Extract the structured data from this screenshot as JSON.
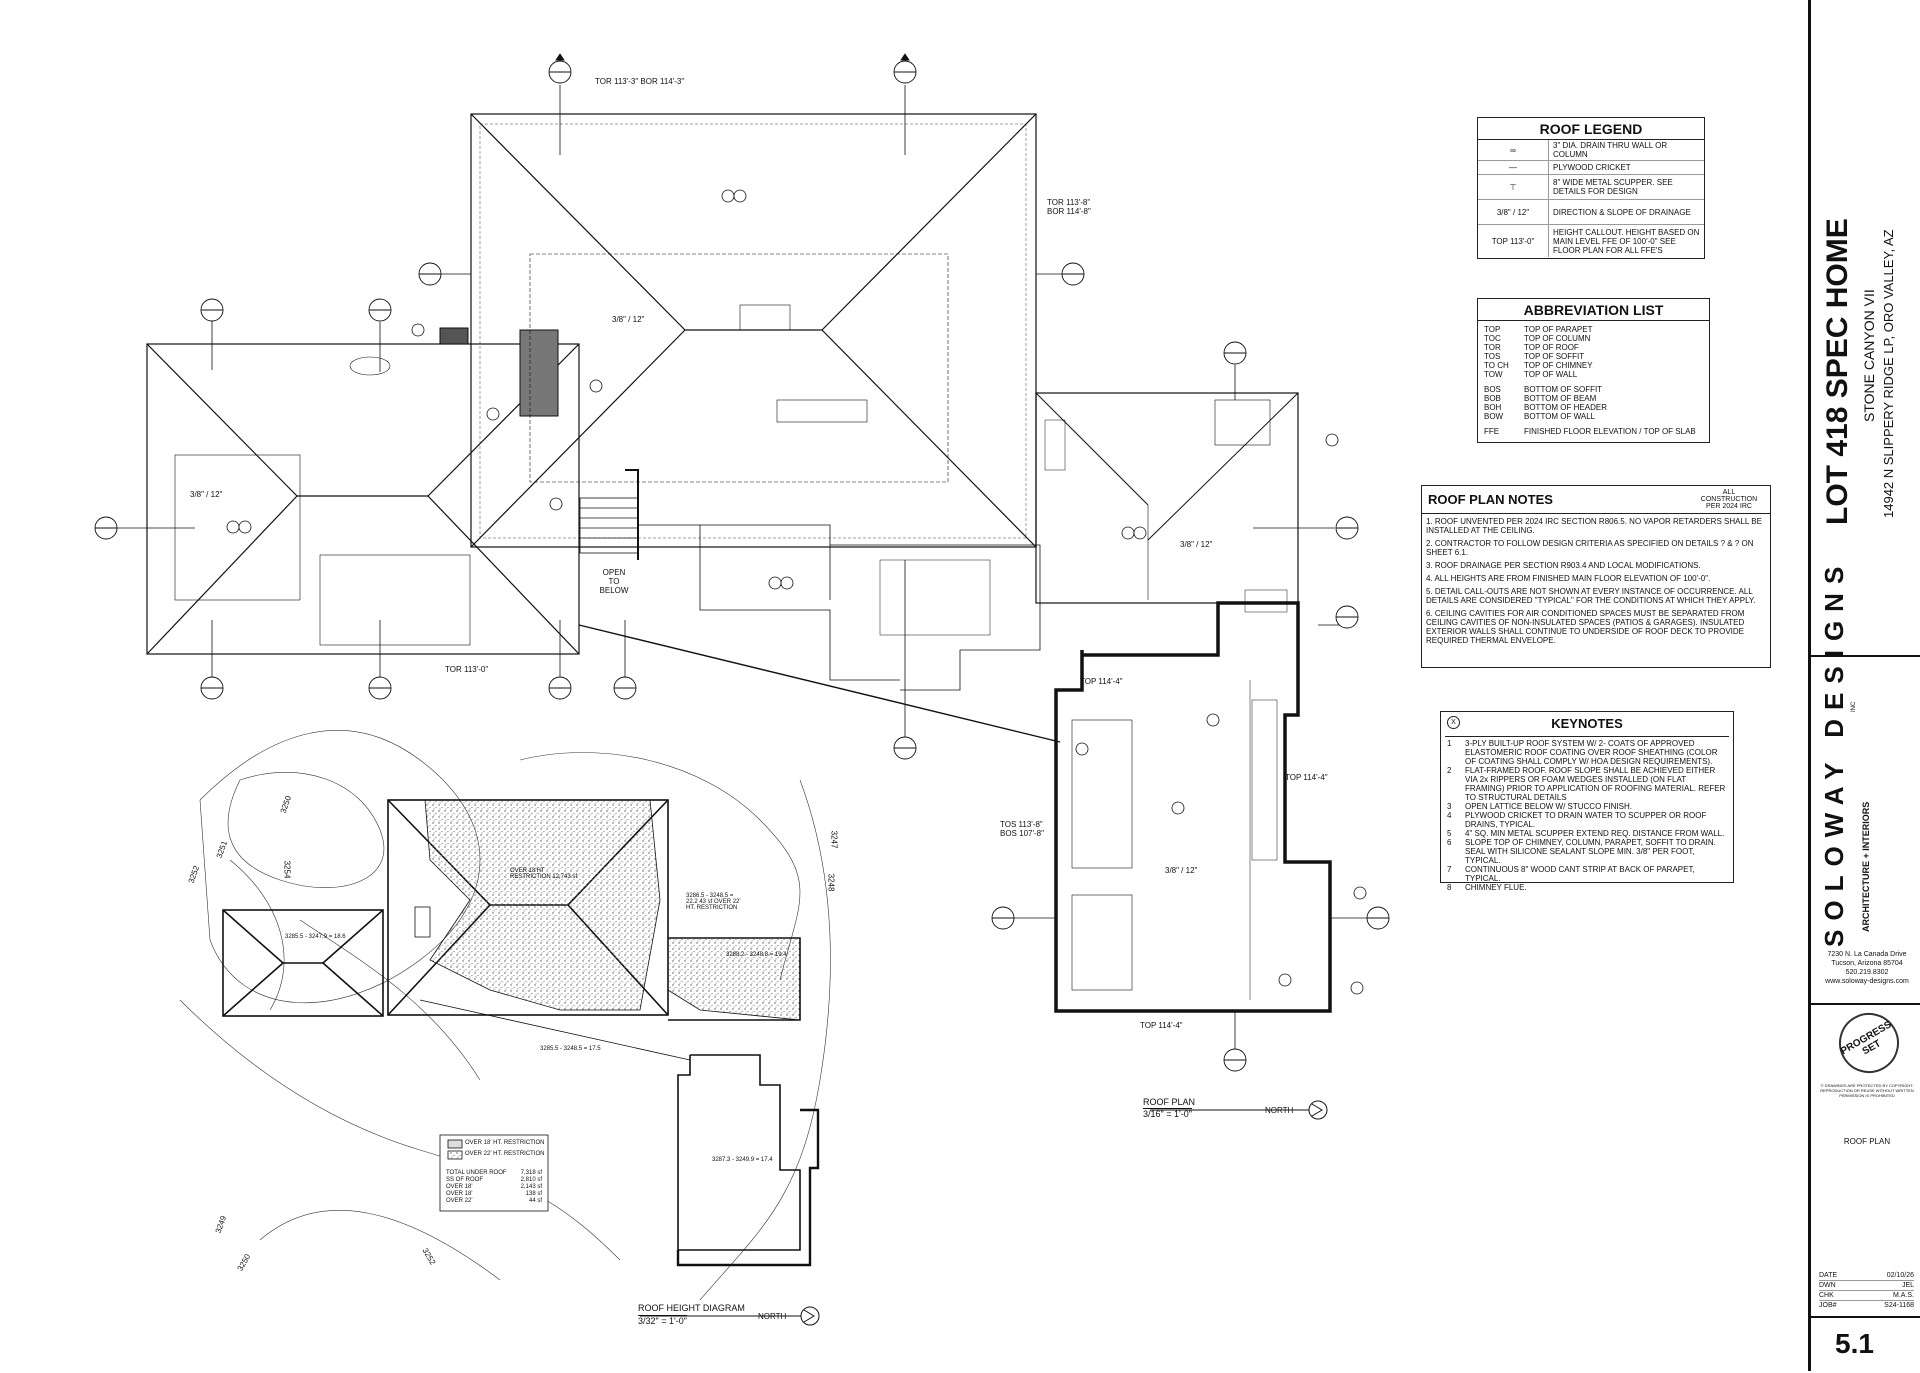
{
  "roof_legend": {
    "title": "ROOF LEGEND",
    "rows": [
      {
        "symbol": "∞",
        "text": "3\" DIA. DRAIN THRU WALL OR COLUMN"
      },
      {
        "symbol": "—",
        "text": "PLYWOOD CRICKET"
      },
      {
        "symbol": "⊤",
        "text": "8\" WIDE METAL SCUPPER.  SEE DETAILS FOR DESIGN"
      },
      {
        "symbol": "3/8\" / 12\"",
        "text": "DIRECTION & SLOPE OF DRAINAGE"
      },
      {
        "symbol": "TOP 113'-0\"",
        "text": "HEIGHT CALLOUT.  HEIGHT BASED ON MAIN LEVEL FFE OF 100'-0\" SEE FLOOR PLAN FOR ALL FFE'S"
      }
    ]
  },
  "abbreviations": {
    "title": "ABBREVIATION LIST",
    "rows": [
      {
        "k": "TOP",
        "v": "TOP OF PARAPET"
      },
      {
        "k": "TOC",
        "v": "TOP OF COLUMN"
      },
      {
        "k": "TOR",
        "v": "TOP OF ROOF"
      },
      {
        "k": "TOS",
        "v": "TOP OF SOFFIT"
      },
      {
        "k": "TO CH",
        "v": "TOP OF CHIMNEY"
      },
      {
        "k": "TOW",
        "v": "TOP OF WALL"
      },
      {
        "k": "BOS",
        "v": "BOTTOM OF SOFFIT"
      },
      {
        "k": "BOB",
        "v": "BOTTOM OF BEAM"
      },
      {
        "k": "BOH",
        "v": "BOTTOM OF HEADER"
      },
      {
        "k": "BOW",
        "v": "BOTTOM OF WALL"
      },
      {
        "k": "FFE",
        "v": "FINISHED FLOOR ELEVATION / TOP OF SLAB"
      }
    ]
  },
  "roof_notes": {
    "title": "ROOF PLAN NOTES",
    "subtitle": "ALL CONSTRUCTION PER 2024 IRC",
    "items": [
      "1. ROOF UNVENTED PER 2024 IRC SECTION R806.5. NO VAPOR RETARDERS SHALL BE INSTALLED AT THE CEILING.",
      "2. CONTRACTOR TO FOLLOW DESIGN CRITERIA AS SPECIFIED ON DETAILS ? & ? ON SHEET 6.1.",
      "3. ROOF DRAINAGE PER SECTION R903.4 AND LOCAL MODIFICATIONS.",
      "4. ALL HEIGHTS ARE FROM FINISHED MAIN FLOOR ELEVATION OF 100'-0\".",
      "5. DETAIL CALL-OUTS ARE NOT SHOWN AT EVERY INSTANCE OF OCCURRENCE.  ALL DETAILS ARE CONSIDERED \"TYPICAL\" FOR THE CONDITIONS AT WHICH THEY APPLY.",
      "6. CEILING CAVITIES FOR AIR CONDITIONED SPACES MUST BE SEPARATED FROM CEILING CAVITIES OF NON-INSULATED SPACES (PATIOS & GARAGES). INSULATED EXTERIOR WALLS SHALL CONTINUE TO UNDERSIDE OF ROOF DECK TO PROVIDE REQUIRED THERMAL ENVELOPE."
    ]
  },
  "keynotes": {
    "symbol": "X",
    "title": "KEYNOTES",
    "items": [
      {
        "n": "1",
        "t": "3-PLY BUILT-UP ROOF SYSTEM W/ 2- COATS OF APPROVED ELASTOMERIC ROOF COATING OVER ROOF SHEATHING (COLOR OF COATING SHALL COMPLY W/ HOA DESIGN REQUIREMENTS)."
      },
      {
        "n": "2",
        "t": "FLAT-FRAMED ROOF. ROOF SLOPE SHALL BE ACHIEVED EITHER VIA 2x RIPPERS OR FOAM WEDGES INSTALLED (ON FLAT FRAMING) PRIOR TO APPLICATION OF ROOFING MATERIAL. REFER TO STRUCTURAL DETAILS"
      },
      {
        "n": "3",
        "t": "OPEN LATTICE BELOW W/ STUCCO FINISH."
      },
      {
        "n": "4",
        "t": "PLYWOOD CRICKET TO DRAIN WATER TO SCUPPER OR ROOF DRAINS, TYPICAL."
      },
      {
        "n": "5",
        "t": "4\" SQ. MIN METAL SCUPPER EXTEND REQ. DISTANCE FROM WALL."
      },
      {
        "n": "6",
        "t": "SLOPE TOP OF CHIMNEY, COLUMN, PARAPET, SOFFIT TO DRAIN. SEAL WITH SILICONE SEALANT SLOPE MIN. 3/8\" PER FOOT, TYPICAL."
      },
      {
        "n": "7",
        "t": "CONTINUOUS 8\" WOOD CANT STRIP AT BACK OF PARAPET, TYPICAL."
      },
      {
        "n": "8",
        "t": "CHIMNEY FLUE."
      }
    ]
  },
  "plan_labels": {
    "roof_plan_title": "ROOF PLAN",
    "roof_plan_scale": "3/16\" = 1'-0\"",
    "roof_height_title": "ROOF HEIGHT DIAGRAM",
    "roof_height_scale": "3/32\" = 1'-0\"",
    "north": "NORTH",
    "open_to_below": "OPEN TO BELOW",
    "slope_a": "3/8\" / 12\"",
    "slope_b": "3/8\" / 12\"",
    "slope_c": "3/8\" / 12\"",
    "slope_d": "3/8\" / 12\"",
    "tor_top": "TOR 113'-3\" BOR 114'-3\"",
    "tor_left": "TOR 113'-0\"",
    "tor_right": "TOR 113'-8\" BOR 114'-8\"",
    "top_garage": "TOP 114'-4\"",
    "top_garage2": "TOP 114'-4\"",
    "top_garage3": "TOP 114'-4\"",
    "tos_garage": "TOS 113'-8\" BOS 107'-8\""
  },
  "height_diagram": {
    "legend_1": "OVER 18' HT. RESTRICTION",
    "legend_2": "OVER 22' HT. RESTRICTION",
    "totals": [
      {
        "k": "TOTAL UNDER ROOF",
        "v": "7,318 sf"
      },
      {
        "k": "SS OF ROOF",
        "v": "2,810 sf"
      },
      {
        "k": "OVER 18'",
        "v": "2,143 sf"
      },
      {
        "k": "OVER 18'",
        "v": "138 sf"
      },
      {
        "k": "OVER 22'",
        "v": "44 sf"
      }
    ],
    "note_1": "OVER 18'HT RESTRICTION 12,743 sf",
    "note_2": "3286.5 - 3248.5 = 22.2 43 sf OVER 22' HT. RESTRICTION",
    "elev_1": "3285.5 - 3247.9 = 18.6",
    "elev_2": "3285.5 - 3248.5 = 17.5",
    "elev_3": "3287.3 - 3249.9 = 17.4",
    "elev_4": "3288.2 - 3248.8 = 19.4",
    "contours": [
      "3250",
      "3251",
      "3252",
      "3254",
      "3249",
      "3247",
      "3248",
      "3252",
      "3250"
    ]
  },
  "title_block": {
    "project": "LOT 418 SPEC HOME",
    "subdivision": "STONE CANYON VII",
    "address": "14942 N SLIPPERY RIDGE LP, ORO VALLEY, AZ",
    "firm": "SOLOWAY DESIGNS",
    "firm_sub": "ARCHITECTURE + INTERIORS",
    "firm_inc": "INC",
    "firm_address": "7230 N. La Canada Drive",
    "firm_city": "Tucson, Arizona 85704",
    "firm_phone": "520.219.8302",
    "firm_web": "www.soloway-designs.com",
    "stamp": "PROGRESS SET",
    "copyright": "© DRAWINGS ARE PROTECTED BY COPYRIGHT. REPRODUCTION OR REUSE WITHOUT WRITTEN PERMISSION IS PROHIBITED",
    "sheet_title": "ROOF PLAN",
    "date_label": "DATE",
    "date": "02/10/26",
    "dwn_label": "DWN",
    "dwn": "JEL",
    "chk_label": "CHK",
    "chk": "M.A.S.",
    "job_label": "JOB#",
    "job": "S24-1168",
    "sheet_no": "5.1"
  }
}
